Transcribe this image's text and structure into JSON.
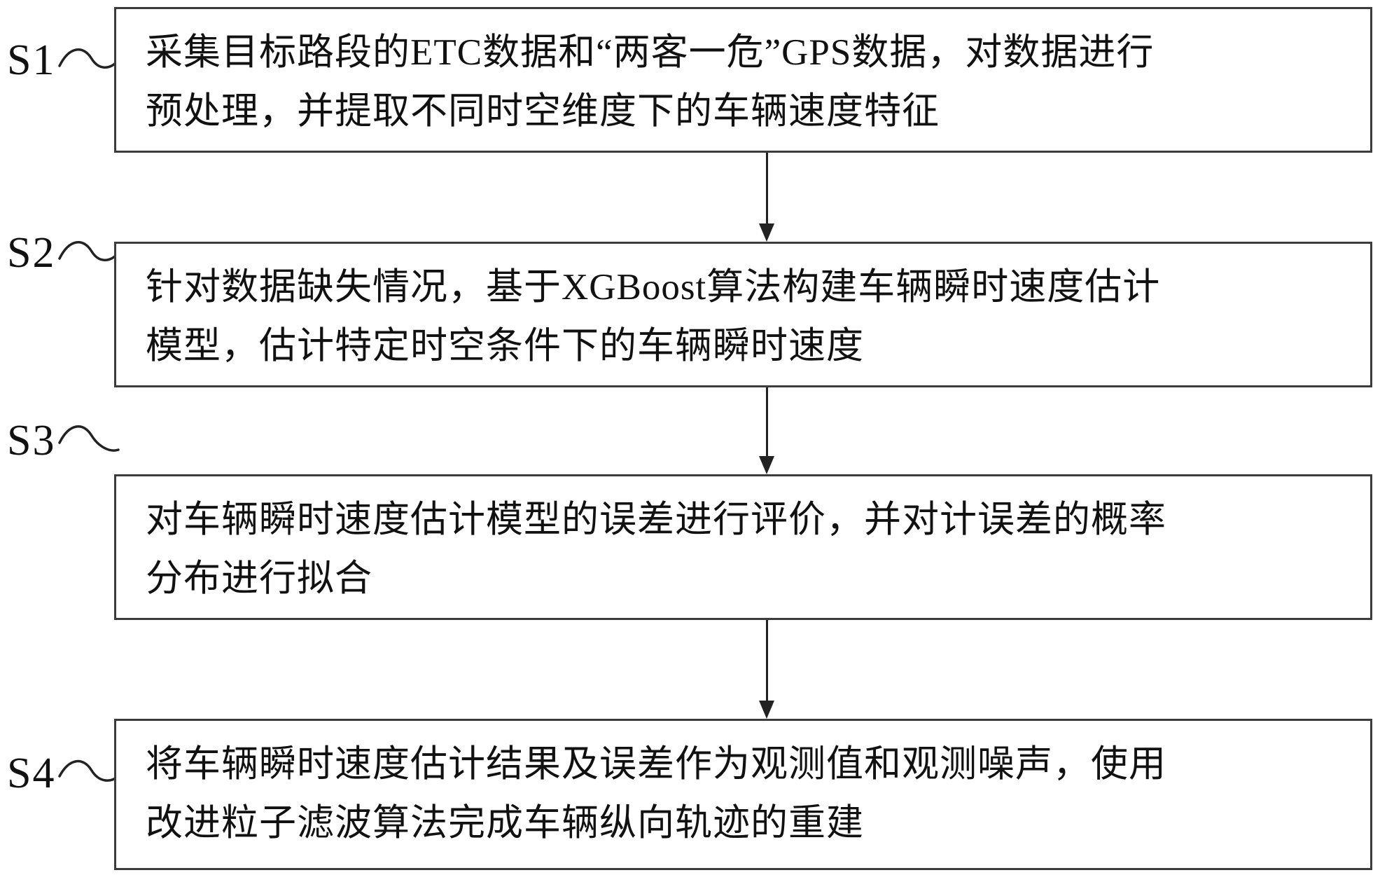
{
  "figure": {
    "type": "flowchart",
    "steps": [
      {
        "id": "S1",
        "lines": [
          "采集目标路段的ETC数据和“两客一危”GPS数据，对数据进行",
          "预处理，并提取不同时空维度下的车辆速度特征"
        ]
      },
      {
        "id": "S2",
        "lines": [
          "针对数据缺失情况，基于XGBoost算法构建车辆瞬时速度估计",
          "模型，估计特定时空条件下的车辆瞬时速度"
        ]
      },
      {
        "id": "S3",
        "lines": [
          "对车辆瞬时速度估计模型的误差进行评价，并对计误差的概率",
          "分布进行拟合"
        ]
      },
      {
        "id": "S4",
        "lines": [
          "将车辆瞬时速度估计结果及误差作为观测值和观测噪声，使用",
          "改进粒子滤波算法完成车辆纵向轨迹的重建"
        ]
      }
    ],
    "colors": {
      "background": "#ffffff",
      "box_border": "#3c3c3c",
      "text": "#111111",
      "arrow": "#222222"
    }
  }
}
